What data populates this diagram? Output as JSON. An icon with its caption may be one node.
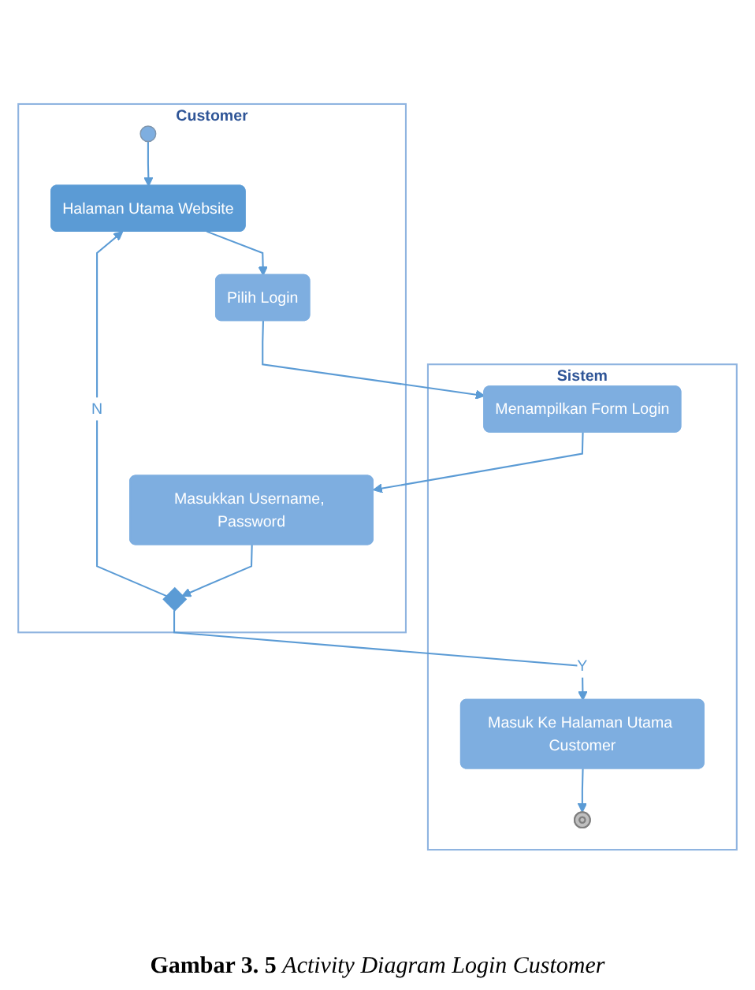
{
  "diagram": {
    "caption": "**Gambar 3. 5** *Activity Diagram Login Customer*",
    "nodes": [
      {
        "text": [
          "Customer"
        ]
      },
      {
        "text": [
          "Sistem"
        ]
      },
      {
        "text": [],
        "shape": "circle",
        "in": 0
      },
      {
        "text": [
          "Halaman Utama Website"
        ],
        "in": 0
      },
      {
        "text": [
          "Pilih Login"
        ],
        "in": 0
      },
      {
        "text": [
          "Menampilkan Form Login"
        ],
        "in": 1
      },
      {
        "text": [
          "Masukkan Username, Password"
        ],
        "in": 0
      },
      {
        "text": [],
        "shape": "diamond",
        "in": 0
      },
      {
        "text": [
          "Masuk Ke Halaman Utama Customer"
        ],
        "in": 1
      },
      {
        "text": [],
        "shape": "circle",
        "in": 1
      }
    ],
    "edges": [
      {
        "from": 2,
        "to": 3,
        "arrow": "to"
      },
      {
        "from": 3,
        "to": 4,
        "arrow": "to"
      },
      {
        "from": 4,
        "to": 5,
        "arrow": "to"
      },
      {
        "from": 5,
        "to": 6,
        "arrow": "to"
      },
      {
        "from": 6,
        "to": 7,
        "arrow": "to"
      },
      {
        "from": 7,
        "to": 3,
        "arrow": "to",
        "label": "N"
      },
      {
        "from": 7,
        "to": 8,
        "arrow": "to",
        "label": "Y"
      },
      {
        "from": 8,
        "to": 9,
        "arrow": "to"
      }
    ]
  }
}
